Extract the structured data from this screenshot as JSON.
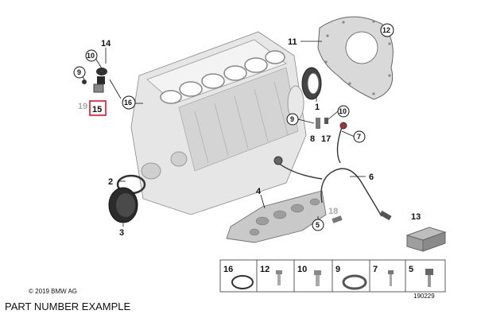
{
  "copyright": "© 2019 BMW AG",
  "caption": "PART NUMBER EXAMPLE",
  "drawing_number": "190229",
  "callouts": {
    "c1": "1",
    "c2": "2",
    "c3": "3",
    "c4": "4",
    "c5": "5",
    "c6": "6",
    "c7": "7",
    "c8": "8",
    "c9": "9",
    "c10a": "10",
    "c10b": "10",
    "c11": "11",
    "c12": "12",
    "c13": "13",
    "c14": "14",
    "c15": "15",
    "c16": "16",
    "c17": "17",
    "c18": "18",
    "c19": "19"
  },
  "legend": [
    "16",
    "12",
    "10",
    "9",
    "7",
    "5"
  ],
  "colors": {
    "highlight": "#e0102a",
    "ink": "#111111",
    "faded": "#a9a9a9"
  }
}
